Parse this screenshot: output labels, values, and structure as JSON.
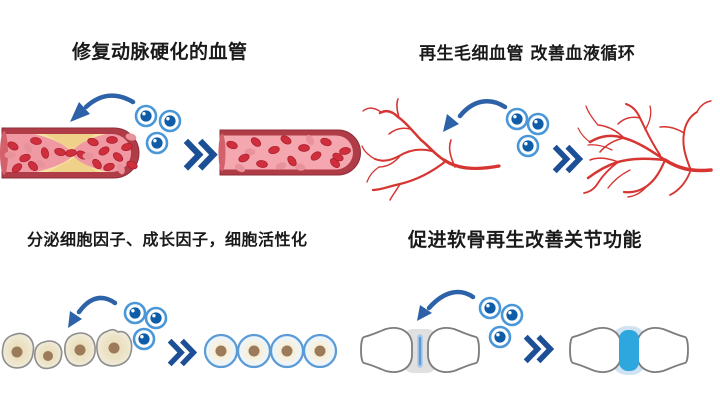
{
  "background": "#ffffff",
  "colors": {
    "background": "#ffffff",
    "title_text": "#1a1a1a",
    "arrow_blue": "#2d62a8",
    "chevron_blue": "#1d4f96",
    "cell_ring_blue": "#4a97d8",
    "cell_nucleus_blue": "#0f5ca8",
    "vessel_wall_red": "#b03c48",
    "vessel_lumen_pink": "#f099a2",
    "plaque_yellow": "#f6e2a2",
    "rbc_red": "#cf2e3c",
    "capillary_red": "#d63531",
    "bone_outline_grey": "#7d7d7d",
    "cartilage_blue": "#2ea7de",
    "old_cell_outline": "#8e8e8e",
    "activated_cell_ring": "#5b9bd5",
    "cell_nucleus_brown": "#9c7b5a"
  },
  "panels": [
    {
      "id": "repair-vessel",
      "title": "修复动脉硬化的血管"
    },
    {
      "id": "regenerate-capillaries",
      "title": "再生毛细血管 改善血液循环"
    },
    {
      "id": "secrete-factors",
      "title": "分泌细胞因子、成长因子，细胞活性化"
    },
    {
      "id": "cartilage-regeneration",
      "title": "促进软骨再生改善关节功能"
    }
  ]
}
